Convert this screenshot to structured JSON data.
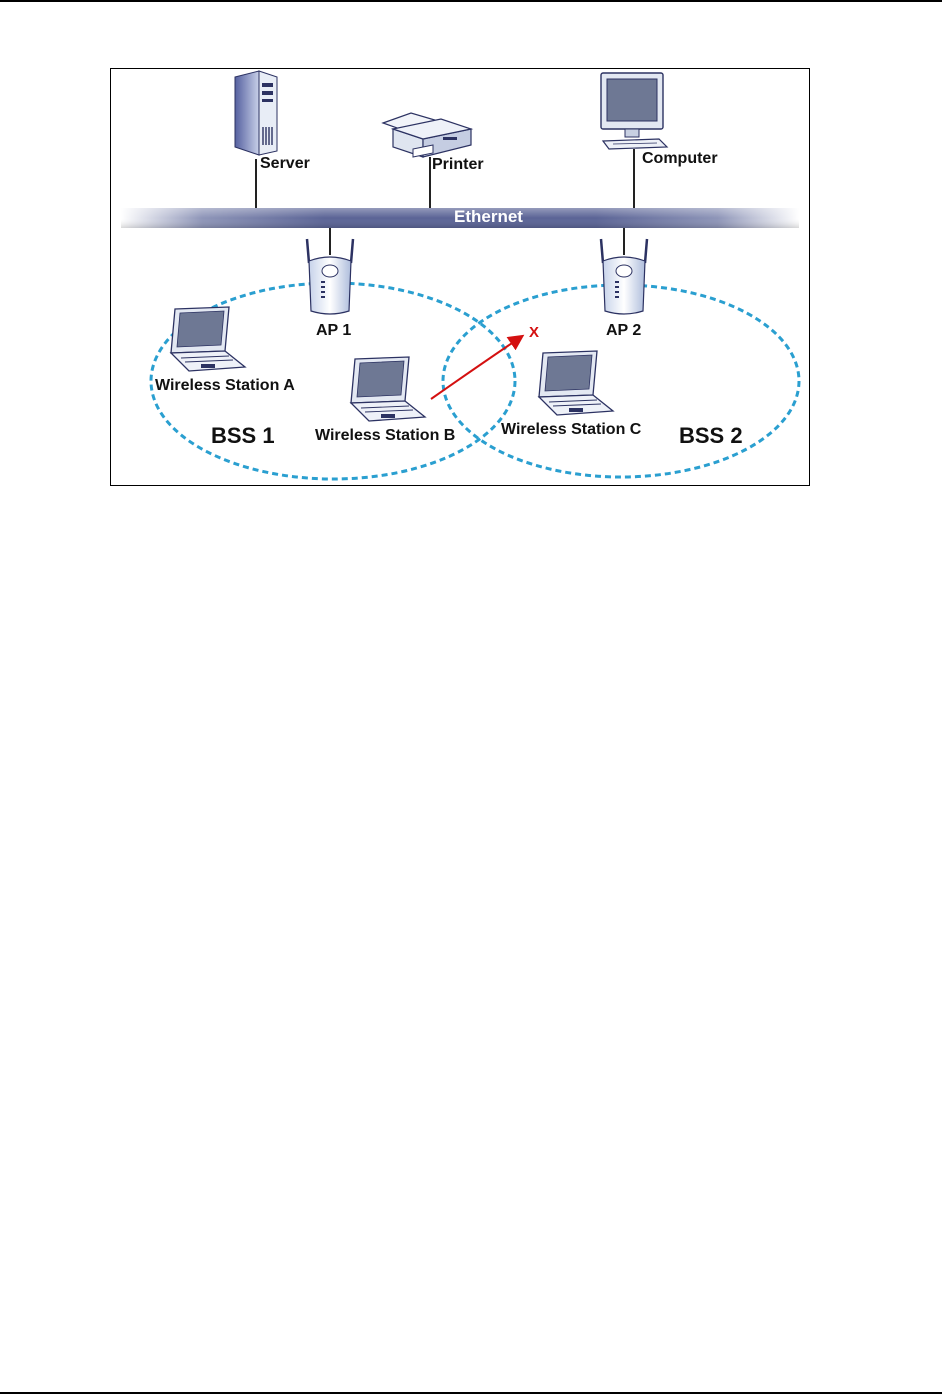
{
  "diagram": {
    "labels": {
      "server": "Server",
      "printer": "Printer",
      "computer": "Computer",
      "ethernet": "Ethernet",
      "ap1": "AP 1",
      "ap2": "AP 2",
      "station_a": "Wireless Station A",
      "station_b": "Wireless Station B",
      "station_c": "Wireless Station C",
      "bss1": "BSS 1",
      "bss2": "BSS 2",
      "blocked_mark": "X"
    },
    "colors": {
      "bss_outline": "#2a9fd0",
      "ethernet_band": "#5b6496",
      "blocked_arrow": "#d41010",
      "screen": "#6e7894",
      "device_body": "#dfe6f2"
    },
    "icons": [
      "server-icon",
      "printer-icon",
      "computer-icon",
      "access-point-icon",
      "laptop-icon"
    ]
  }
}
